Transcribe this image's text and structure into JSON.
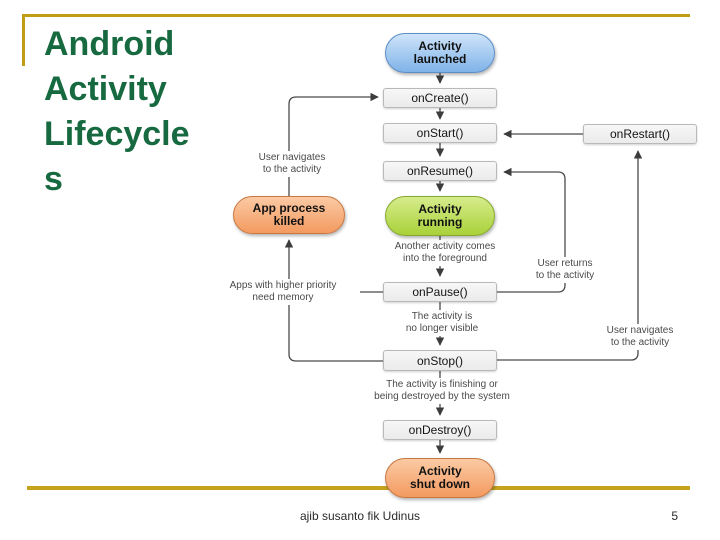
{
  "slide": {
    "title_lines": "Android\nActivity\nLifecycle\ns",
    "footer_text": "ajib susanto fik Udinus",
    "page_number": "5",
    "colors": {
      "accent_gold": "#BF9E15",
      "title_green": "#176940",
      "pill_blue": "#7FB3E8",
      "pill_green": "#A9D139",
      "pill_orange": "#F39A60",
      "process_box_gray": "#EFEFEF"
    }
  },
  "diagram": {
    "nodes": {
      "activity_launched": "Activity\nlaunched",
      "oncreate": "onCreate()",
      "onstart": "onStart()",
      "onrestart": "onRestart()",
      "onresume": "onResume()",
      "activity_running": "Activity\nrunning",
      "app_process_killed": "App process\nkilled",
      "onpause": "onPause()",
      "onstop": "onStop()",
      "ondestroy": "onDestroy()",
      "activity_shut_down": "Activity\nshut down"
    },
    "labels": {
      "user_navigates_left": "User navigates\nto the activity",
      "another_activity": "Another activity comes\ninto the foreground",
      "user_returns": "User returns\nto the activity",
      "apps_priority": "Apps with higher priority\nneed memory",
      "no_longer_visible": "The activity is\nno longer visible",
      "user_navigates_right": "User navigates\nto the activity",
      "finishing": "The activity is finishing or\nbeing destroyed by the system"
    }
  }
}
